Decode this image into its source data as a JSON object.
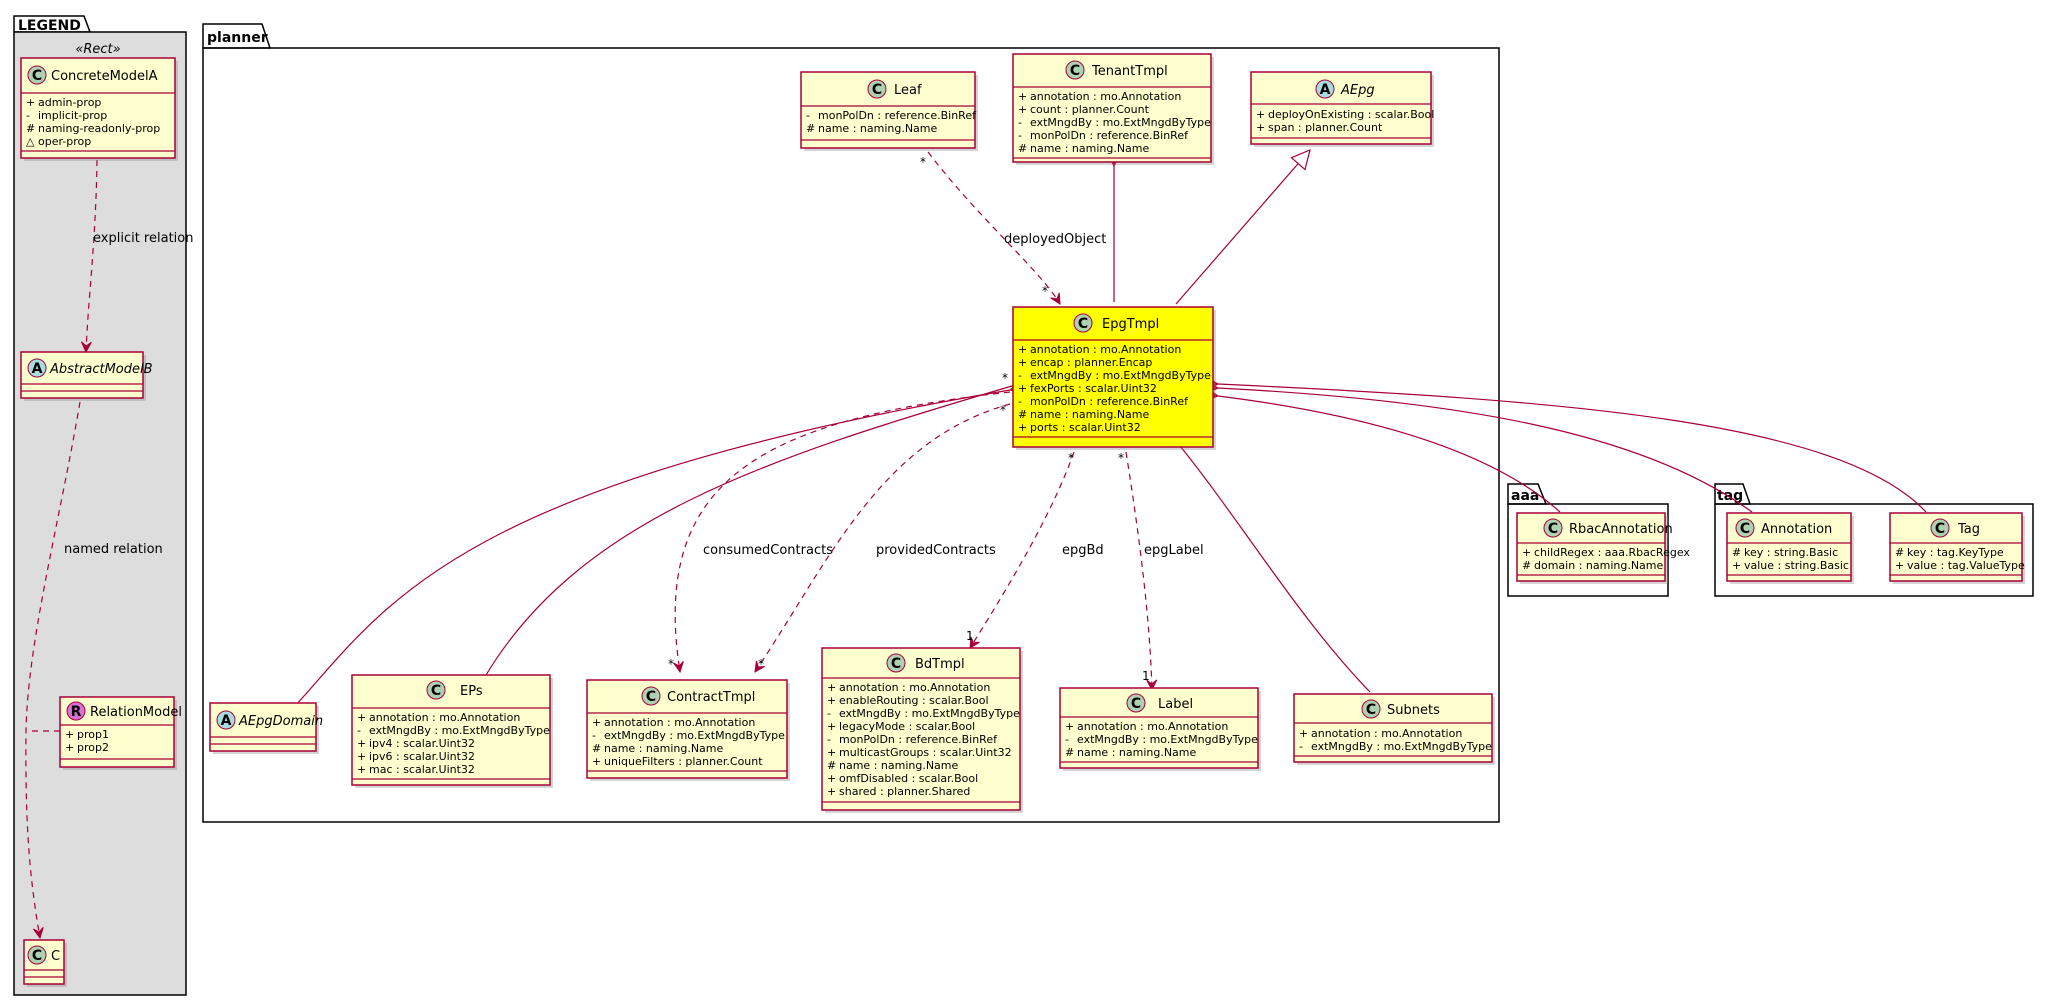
{
  "packages": {
    "legend": "LEGEND",
    "planner": "planner",
    "aaa": "aaa",
    "tag": "tag"
  },
  "legend": {
    "stereotype": "«Rect»",
    "concrete_model": {
      "name": "ConcreteModelA",
      "attrs": [
        "admin-prop",
        "implicit-prop",
        "naming-readonly-prop",
        "oper-prop"
      ],
      "vis": [
        "+",
        "-",
        "#",
        "△"
      ]
    },
    "abstract_model": {
      "name": "AbstractModelB"
    },
    "relation_model": {
      "name": "RelationModel",
      "attrs": [
        "prop1",
        "prop2"
      ],
      "vis": [
        "+",
        "+"
      ]
    },
    "c_model": {
      "name": "C"
    },
    "explicit_relation": "explicit relation",
    "named_relation": "named relation"
  },
  "classes": {
    "leaf": {
      "name": "Leaf",
      "attrs": [
        "monPolDn : reference.BinRef",
        "name : naming.Name"
      ],
      "vis": [
        "-",
        "#"
      ]
    },
    "tenant_tmpl": {
      "name": "TenantTmpl",
      "attrs": [
        "annotation : mo.Annotation",
        "count : planner.Count",
        "extMngdBy : mo.ExtMngdByType",
        "monPolDn : reference.BinRef",
        "name : naming.Name"
      ],
      "vis": [
        "+",
        "+",
        "-",
        "-",
        "#"
      ]
    },
    "aepg": {
      "name": "AEpg",
      "attrs": [
        "deployOnExisting : scalar.Bool",
        "span : planner.Count"
      ],
      "vis": [
        "+",
        "+"
      ]
    },
    "epg_tmpl": {
      "name": "EpgTmpl",
      "attrs": [
        "annotation : mo.Annotation",
        "encap : planner.Encap",
        "extMngdBy : mo.ExtMngdByType",
        "fexPorts : scalar.Uint32",
        "monPolDn : reference.BinRef",
        "name : naming.Name",
        "ports : scalar.Uint32"
      ],
      "vis": [
        "+",
        "+",
        "-",
        "+",
        "-",
        "#",
        "+"
      ]
    },
    "aepg_domain": {
      "name": "AEpgDomain"
    },
    "eps": {
      "name": "EPs",
      "attrs": [
        "annotation : mo.Annotation",
        "extMngdBy : mo.ExtMngdByType",
        "ipv4 : scalar.Uint32",
        "ipv6 : scalar.Uint32",
        "mac : scalar.Uint32"
      ],
      "vis": [
        "+",
        "-",
        "+",
        "+",
        "+"
      ]
    },
    "contract_tmpl": {
      "name": "ContractTmpl",
      "attrs": [
        "annotation : mo.Annotation",
        "extMngdBy : mo.ExtMngdByType",
        "name : naming.Name",
        "uniqueFilters : planner.Count"
      ],
      "vis": [
        "+",
        "-",
        "#",
        "+"
      ]
    },
    "bd_tmpl": {
      "name": "BdTmpl",
      "attrs": [
        "annotation : mo.Annotation",
        "enableRouting : scalar.Bool",
        "extMngdBy : mo.ExtMngdByType",
        "legacyMode : scalar.Bool",
        "monPolDn : reference.BinRef",
        "multicastGroups : scalar.Uint32",
        "name : naming.Name",
        "omfDisabled : scalar.Bool",
        "shared : planner.Shared"
      ],
      "vis": [
        "+",
        "+",
        "-",
        "+",
        "-",
        "+",
        "#",
        "+",
        "+"
      ]
    },
    "label": {
      "name": "Label",
      "attrs": [
        "annotation : mo.Annotation",
        "extMngdBy : mo.ExtMngdByType",
        "name : naming.Name"
      ],
      "vis": [
        "+",
        "-",
        "#"
      ]
    },
    "subnets": {
      "name": "Subnets",
      "attrs": [
        "annotation : mo.Annotation",
        "extMngdBy : mo.ExtMngdByType"
      ],
      "vis": [
        "+",
        "-"
      ]
    },
    "rbac_annotation": {
      "name": "RbacAnnotation",
      "attrs": [
        "childRegex : aaa.RbacRegex",
        "domain : naming.Name"
      ],
      "vis": [
        "+",
        "#"
      ]
    },
    "tag_annotation": {
      "name": "Annotation",
      "attrs": [
        "key : string.Basic",
        "value : string.Basic"
      ],
      "vis": [
        "#",
        "+"
      ]
    },
    "tag": {
      "name": "Tag",
      "attrs": [
        "key : tag.KeyType",
        "value : tag.ValueType"
      ],
      "vis": [
        "#",
        "+"
      ]
    }
  },
  "relations": {
    "deployed_object": "deployedObject",
    "consumed_contracts": "consumedContracts",
    "provided_contracts": "providedContracts",
    "epg_bd": "epgBd",
    "epg_label": "epgLabel"
  },
  "multiplicity": {
    "star": "*",
    "one": "1"
  },
  "colors": {
    "class_fill": "#FEFECE",
    "highlight_fill": "#FFFF00",
    "border": "#A80036",
    "legend_bg": "#DDDDDD",
    "class_circle": "#ADD1B2",
    "abstract_circle": "#A9DCDF",
    "relation_circle": "#DA70D6"
  }
}
